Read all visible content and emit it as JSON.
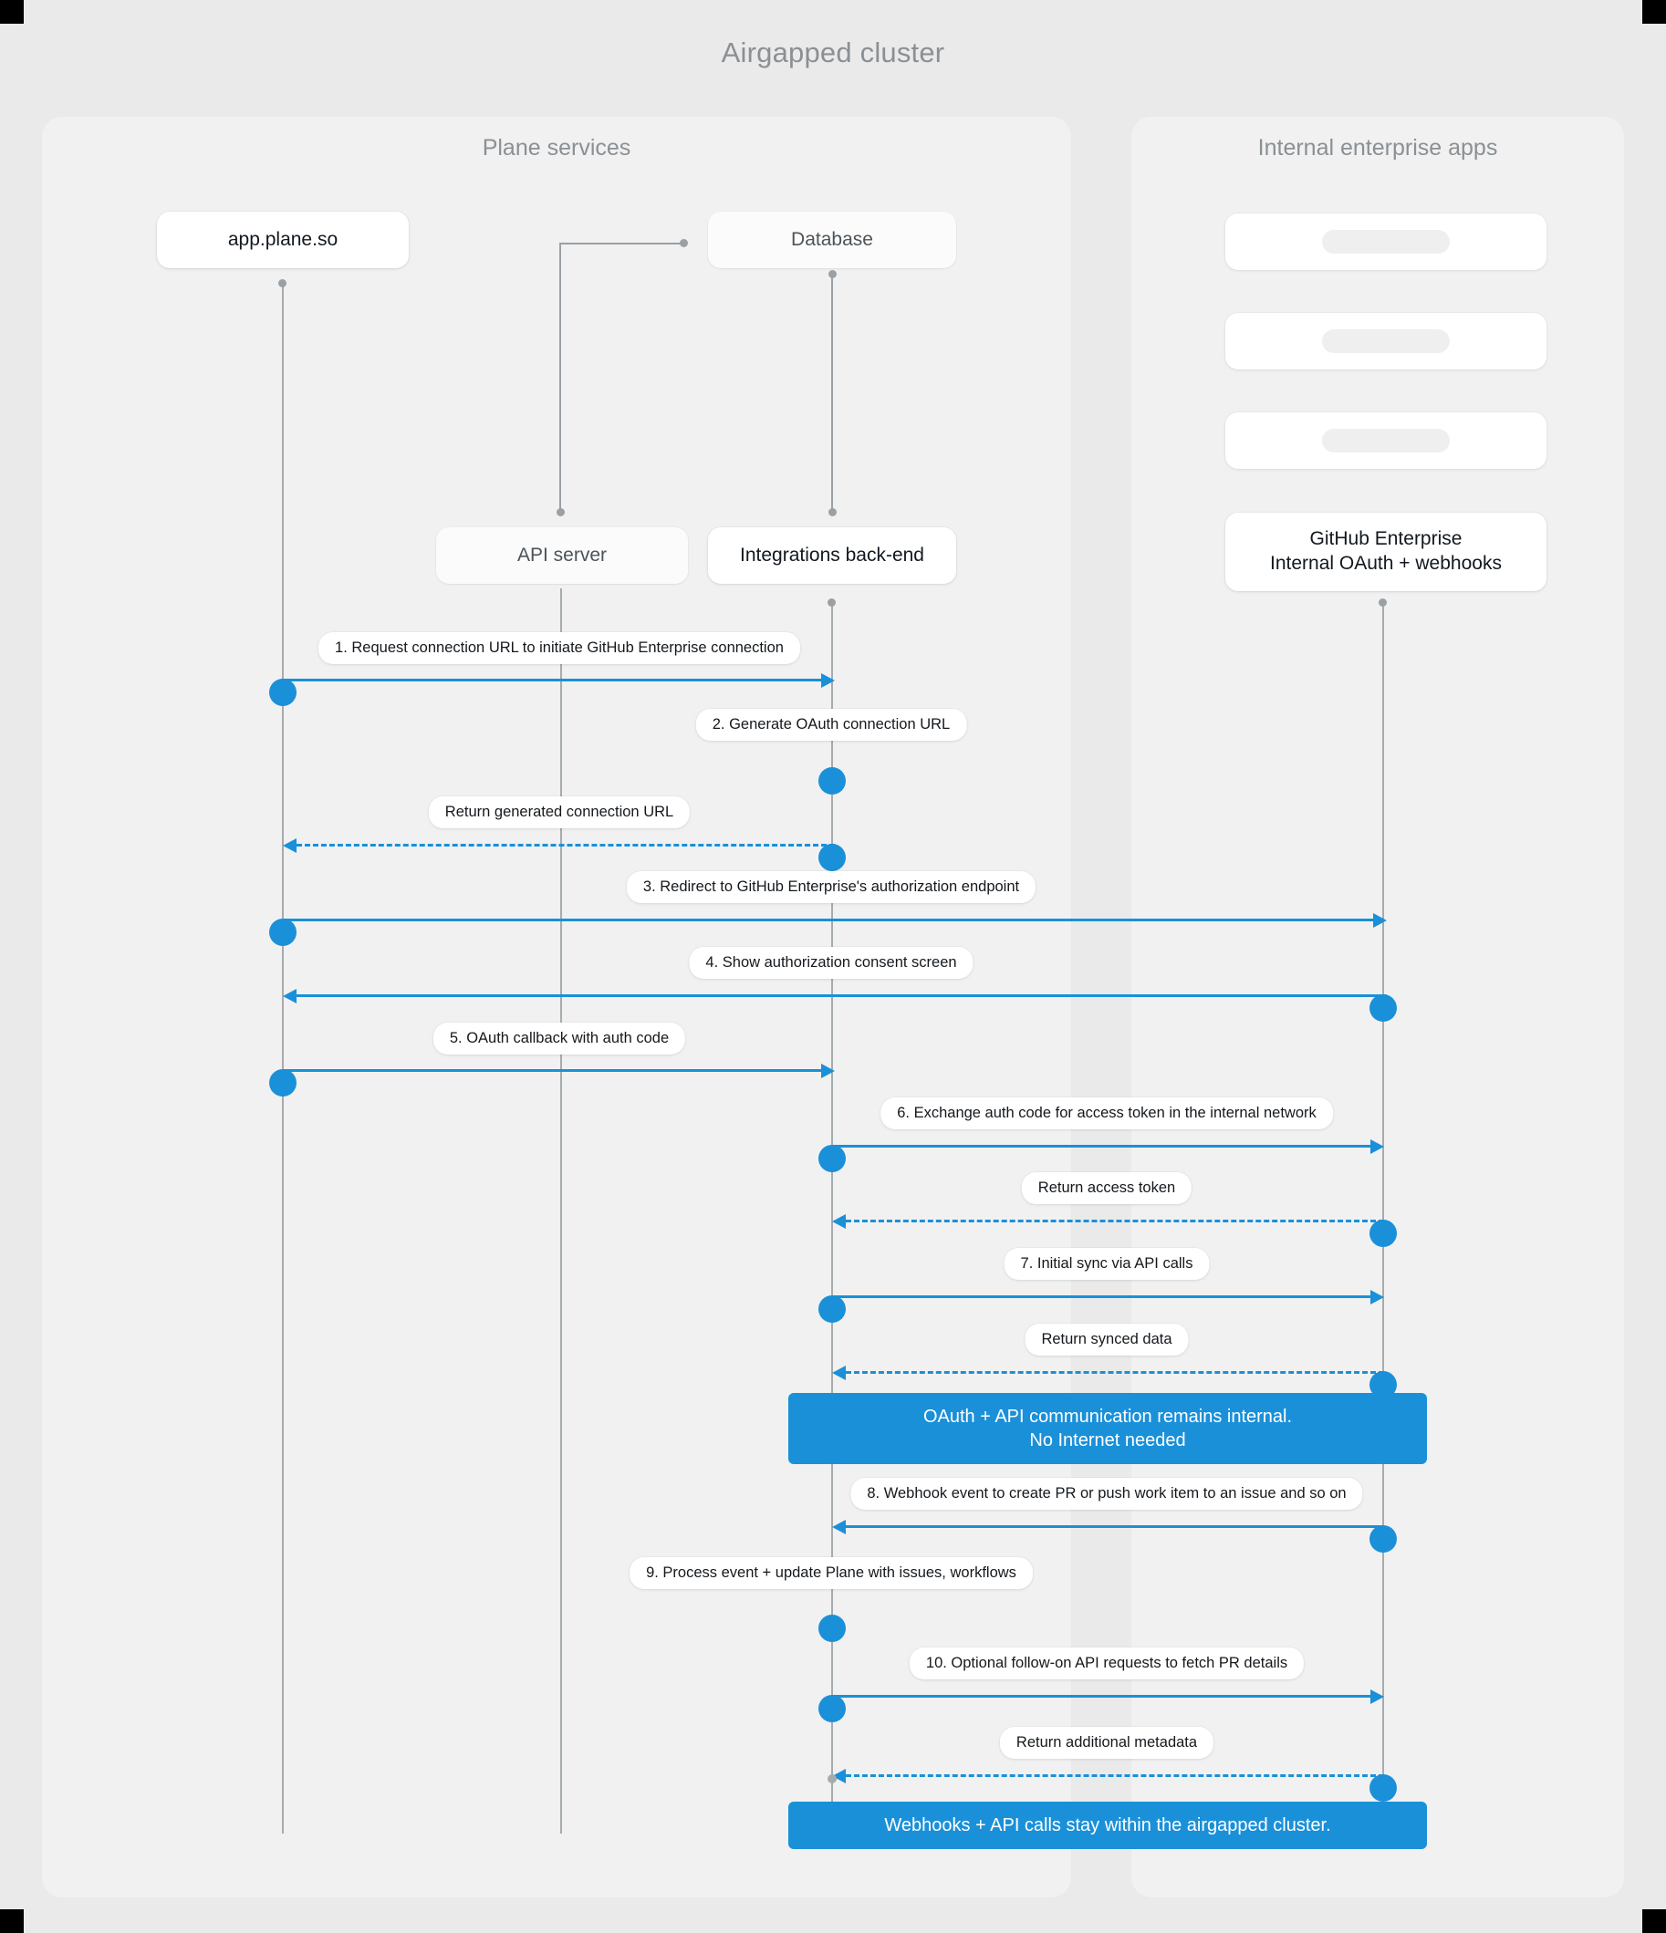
{
  "title": "Airgapped cluster",
  "panels": {
    "left": {
      "title": "Plane services"
    },
    "right": {
      "title": "Internal enterprise apps"
    }
  },
  "nodes": {
    "app_plane": "app.plane.so",
    "database": "Database",
    "api_server": "API server",
    "integrations": "Integrations back-end",
    "github_line1": "GitHub Enterprise",
    "github_line2": "Internal OAuth + webhooks"
  },
  "ghost_boxes": [
    {
      "label": ""
    },
    {
      "label": ""
    },
    {
      "label": ""
    }
  ],
  "colors": {
    "accent": "#1a90d9",
    "lifeline": "#a6abae",
    "panel_bg": "#f1f1f1",
    "page_bg": "#eaeaea",
    "muted_text": "#8a9094"
  },
  "messages": [
    {
      "n": "1",
      "label": "1. Request connection URL to initiate GitHub Enterprise connection",
      "from": "app_plane",
      "to": "integrations",
      "style": "solid"
    },
    {
      "n": "2",
      "label": "2. Generate OAuth connection URL",
      "from": "integrations",
      "to": "integrations",
      "style": "self"
    },
    {
      "n": "",
      "label": "Return generated connection URL",
      "from": "integrations",
      "to": "app_plane",
      "style": "dashed"
    },
    {
      "n": "3",
      "label": "3. Redirect to GitHub Enterprise's authorization endpoint",
      "from": "app_plane",
      "to": "github",
      "style": "solid"
    },
    {
      "n": "4",
      "label": "4. Show authorization consent screen",
      "from": "github",
      "to": "app_plane",
      "style": "solid"
    },
    {
      "n": "5",
      "label": "5. OAuth callback with auth code",
      "from": "app_plane",
      "to": "integrations",
      "style": "solid"
    },
    {
      "n": "6",
      "label": "6. Exchange auth code for access token in the internal network",
      "from": "integrations",
      "to": "github",
      "style": "solid"
    },
    {
      "n": "",
      "label": "Return access token",
      "from": "github",
      "to": "integrations",
      "style": "dashed"
    },
    {
      "n": "7",
      "label": "7. Initial sync via API calls",
      "from": "integrations",
      "to": "github",
      "style": "solid"
    },
    {
      "n": "",
      "label": "Return synced data",
      "from": "github",
      "to": "integrations",
      "style": "dashed"
    },
    {
      "n": "8",
      "label": "8. Webhook event to create PR  or push work item to an issue  and so on",
      "from": "github",
      "to": "integrations",
      "style": "solid"
    },
    {
      "n": "9",
      "label": "9. Process event + update Plane with issues, workflows",
      "from": "integrations",
      "to": "integrations",
      "style": "self"
    },
    {
      "n": "10",
      "label": "10. Optional follow-on API requests to fetch PR details",
      "from": "integrations",
      "to": "github",
      "style": "solid"
    },
    {
      "n": "",
      "label": "Return additional metadata",
      "from": "github",
      "to": "integrations",
      "style": "dashed"
    }
  ],
  "notes": [
    {
      "line1": "OAuth + API communication remains internal.",
      "line2": "No Internet needed"
    },
    {
      "line1": "Webhooks + API calls stay within the airgapped cluster.",
      "line2": ""
    }
  ]
}
